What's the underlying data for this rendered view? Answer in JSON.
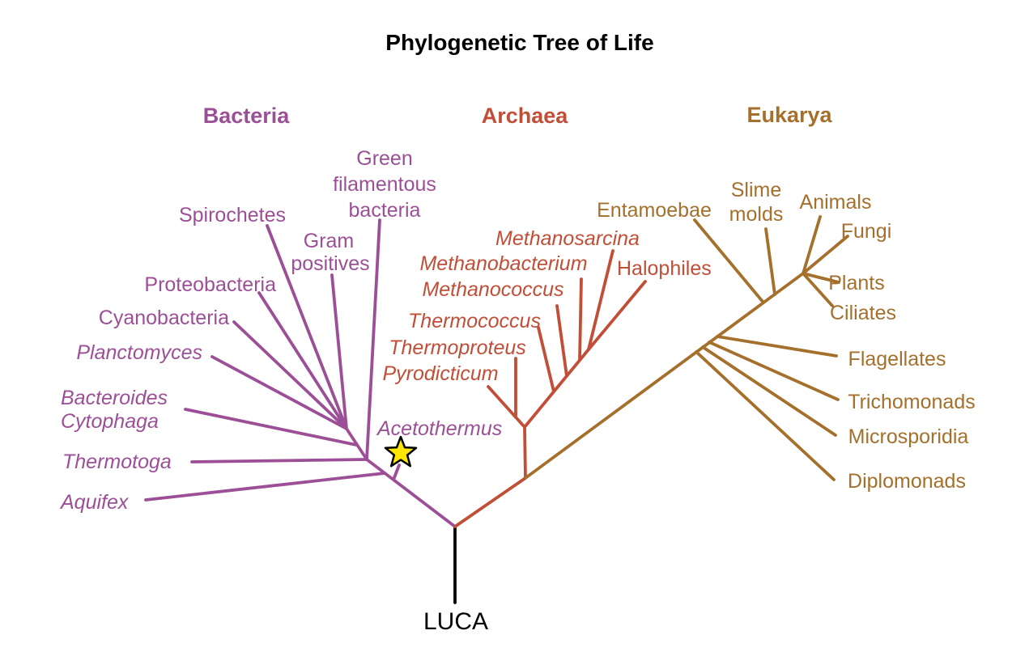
{
  "title": "Phylogenetic Tree of Life",
  "root": {
    "label": "LUCA"
  },
  "colors": {
    "bacteria": "#9c4f97",
    "archaea": "#c14e37",
    "eukarya": "#a4702c",
    "root_line": "#000000",
    "title_text": "#000000",
    "star_fill": "#ffe600",
    "star_outline": "#000000"
  },
  "domains": [
    {
      "name": "Bacteria",
      "taxa": [
        {
          "name": "Green filamentous bacteria",
          "lines": [
            "Green",
            "filamentous",
            "bacteria"
          ]
        },
        {
          "name": "Spirochetes",
          "lines": [
            "Spirochetes"
          ]
        },
        {
          "name": "Gram positives",
          "lines": [
            "Gram",
            "positives"
          ]
        },
        {
          "name": "Proteobacteria",
          "lines": [
            "Proteobacteria"
          ]
        },
        {
          "name": "Cyanobacteria",
          "lines": [
            "Cyanobacteria"
          ]
        },
        {
          "name": "Planctomyces",
          "lines": [
            "Planctomyces"
          ]
        },
        {
          "name": "Bacteroides Cytophaga",
          "lines": [
            "Bacteroides",
            "Cytophaga"
          ]
        },
        {
          "name": "Thermotoga",
          "lines": [
            "Thermotoga"
          ]
        },
        {
          "name": "Aquifex",
          "lines": [
            "Aquifex"
          ]
        },
        {
          "name": "Acetothermus",
          "lines": [
            "Acetothermus"
          ]
        }
      ]
    },
    {
      "name": "Archaea",
      "taxa": [
        {
          "name": "Methanosarcina",
          "lines": [
            "Methanosarcina"
          ]
        },
        {
          "name": "Methanobacterium",
          "lines": [
            "Methanobacterium"
          ]
        },
        {
          "name": "Halophiles",
          "lines": [
            "Halophiles"
          ]
        },
        {
          "name": "Methanococcus",
          "lines": [
            "Methanococcus"
          ]
        },
        {
          "name": "Thermococcus",
          "lines": [
            "Thermococcus"
          ]
        },
        {
          "name": "Thermoproteus",
          "lines": [
            "Thermoproteus"
          ]
        },
        {
          "name": "Pyrodicticum",
          "lines": [
            "Pyrodicticum"
          ]
        }
      ]
    },
    {
      "name": "Eukarya",
      "taxa": [
        {
          "name": "Entamoebae",
          "lines": [
            "Entamoebae"
          ]
        },
        {
          "name": "Slime molds",
          "lines": [
            "Slime",
            "molds"
          ]
        },
        {
          "name": "Animals",
          "lines": [
            "Animals"
          ]
        },
        {
          "name": "Fungi",
          "lines": [
            "Fungi"
          ]
        },
        {
          "name": "Plants",
          "lines": [
            "Plants"
          ]
        },
        {
          "name": "Ciliates",
          "lines": [
            "Ciliates"
          ]
        },
        {
          "name": "Flagellates",
          "lines": [
            "Flagellates"
          ]
        },
        {
          "name": "Trichomonads",
          "lines": [
            "Trichomonads"
          ]
        },
        {
          "name": "Microsporidia",
          "lines": [
            "Microsporidia"
          ]
        },
        {
          "name": "Diplomonads",
          "lines": [
            "Diplomonads"
          ]
        }
      ]
    }
  ]
}
